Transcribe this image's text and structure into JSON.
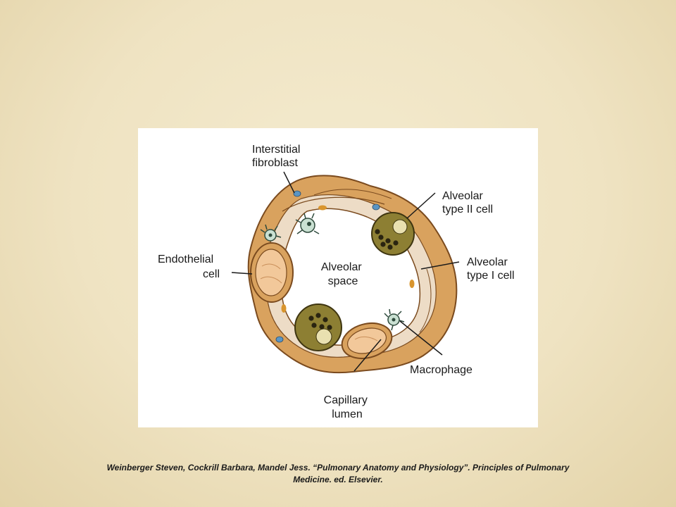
{
  "diagram": {
    "labels": {
      "interstitial_fibroblast": [
        "Interstitial",
        "fibroblast"
      ],
      "alveolar_type_ii": [
        "Alveolar",
        "type II cell"
      ],
      "endothelial_cell": [
        "Endothelial",
        "cell"
      ],
      "alveolar_space": [
        "Alveolar",
        "space"
      ],
      "alveolar_type_i": [
        "Alveolar",
        "type I cell"
      ],
      "macrophage": [
        "Macrophage"
      ],
      "capillary_lumen": [
        "Capillary",
        "lumen"
      ]
    },
    "colors": {
      "wall": "#d9a25e",
      "wall_outline": "#7a4a1e",
      "type_ii_cell": "#8d7f33",
      "macrophage": "#c9e0d2",
      "nucleus_blue": "#5a95c4",
      "capillary": "#f2c89a"
    }
  },
  "citation": {
    "line1": "Weinberger Steven, Cockrill Barbara, Mandel Jess. “Pulmonary Anatomy and Physiology”. Principles of Pulmonary",
    "line2": "Medicine. ed. Elsevier."
  }
}
